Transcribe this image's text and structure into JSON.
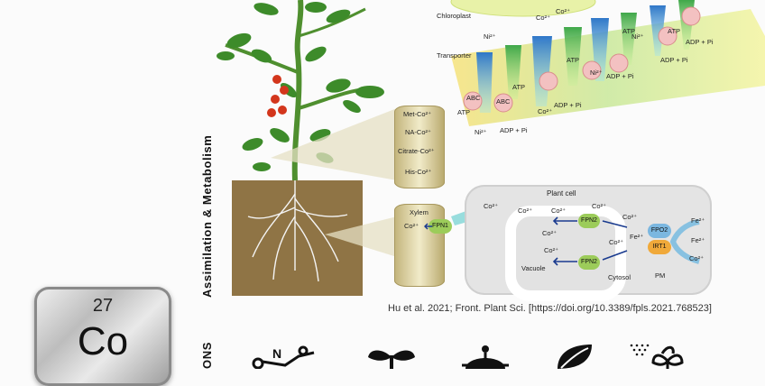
{
  "chloroplast": {
    "label": "Chloroplast",
    "transporter": "Transporter",
    "ions": [
      "Co²⁺",
      "Ni²⁺",
      "Ni²⁺",
      "Co²⁺",
      "Ni²⁺",
      "Co²⁺",
      "Ni²⁺"
    ],
    "atp": [
      "ATP",
      "ATP",
      "ATP",
      "ATP",
      "ATP"
    ],
    "adp": [
      "ADP + Pi",
      "ADP + Pi",
      "ADP + Pi",
      "ADP + Pi",
      "ADP + Pi"
    ],
    "abc": [
      "ABC",
      "ABC"
    ]
  },
  "section_title": "Assimilation & Metabolism",
  "section_title_bottom": "ONS",
  "complexes": [
    "Met-Co²⁺",
    "NA-Co²⁺",
    "Citrate-Co²⁺",
    "His-Co²⁺"
  ],
  "xylem": {
    "label": "Xylem",
    "ion": "Co²⁺",
    "transporter": "FPN1"
  },
  "plant_cell": {
    "title": "Plant cell",
    "vacuole": "Vacuole",
    "cytosol": "Cytosol",
    "pm": "PM",
    "fpn2": "FPN2",
    "fpo2": "FPO2",
    "irt1": "IRT1",
    "co": "Co²⁺",
    "fe": "Fe²⁺"
  },
  "citation": "Hu et al. 2021; Front. Plant Sci. [https://doi.org/10.3389/fpls.2021.768523]",
  "element": {
    "number": "27",
    "symbol": "Co"
  },
  "icon_letter": "N",
  "colors": {
    "soil": "#8f7445",
    "leaf": "#3d8b2a",
    "fruit": "#d3361c",
    "cell": "#e4e4e4",
    "fpn": "#9ccc5a",
    "irt": "#f0a93a",
    "fpo": "#7bb7e0"
  }
}
